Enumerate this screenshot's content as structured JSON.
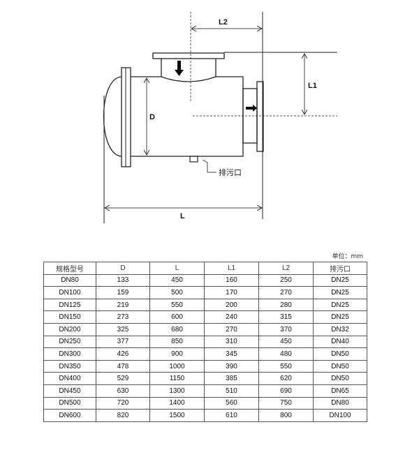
{
  "drawing": {
    "labels": {
      "L": "L",
      "L1": "L1",
      "L2": "L2",
      "D": "D",
      "drain": "排污口"
    }
  },
  "table": {
    "unit": "单位：mm",
    "headers": [
      "规格型号",
      "D",
      "L",
      "L1",
      "L2",
      "排污口"
    ],
    "rows": [
      [
        "DN80",
        "133",
        "450",
        "160",
        "250",
        "DN25"
      ],
      [
        "DN100",
        "159",
        "500",
        "170",
        "270",
        "DN25"
      ],
      [
        "DN125",
        "219",
        "550",
        "200",
        "280",
        "DN25"
      ],
      [
        "DN150",
        "273",
        "600",
        "240",
        "315",
        "DN25"
      ],
      [
        "DN200",
        "325",
        "680",
        "270",
        "370",
        "DN32"
      ],
      [
        "DN250",
        "377",
        "850",
        "310",
        "450",
        "DN40"
      ],
      [
        "DN300",
        "426",
        "900",
        "345",
        "480",
        "DN50"
      ],
      [
        "DN350",
        "478",
        "1000",
        "390",
        "550",
        "DN50"
      ],
      [
        "DN400",
        "529",
        "1150",
        "385",
        "620",
        "DN50"
      ],
      [
        "DN450",
        "630",
        "1300",
        "510",
        "690",
        "DN65"
      ],
      [
        "DN500",
        "720",
        "1400",
        "560",
        "750",
        "DN80"
      ],
      [
        "DN600",
        "820",
        "1500",
        "610",
        "800",
        "DN100"
      ]
    ]
  }
}
